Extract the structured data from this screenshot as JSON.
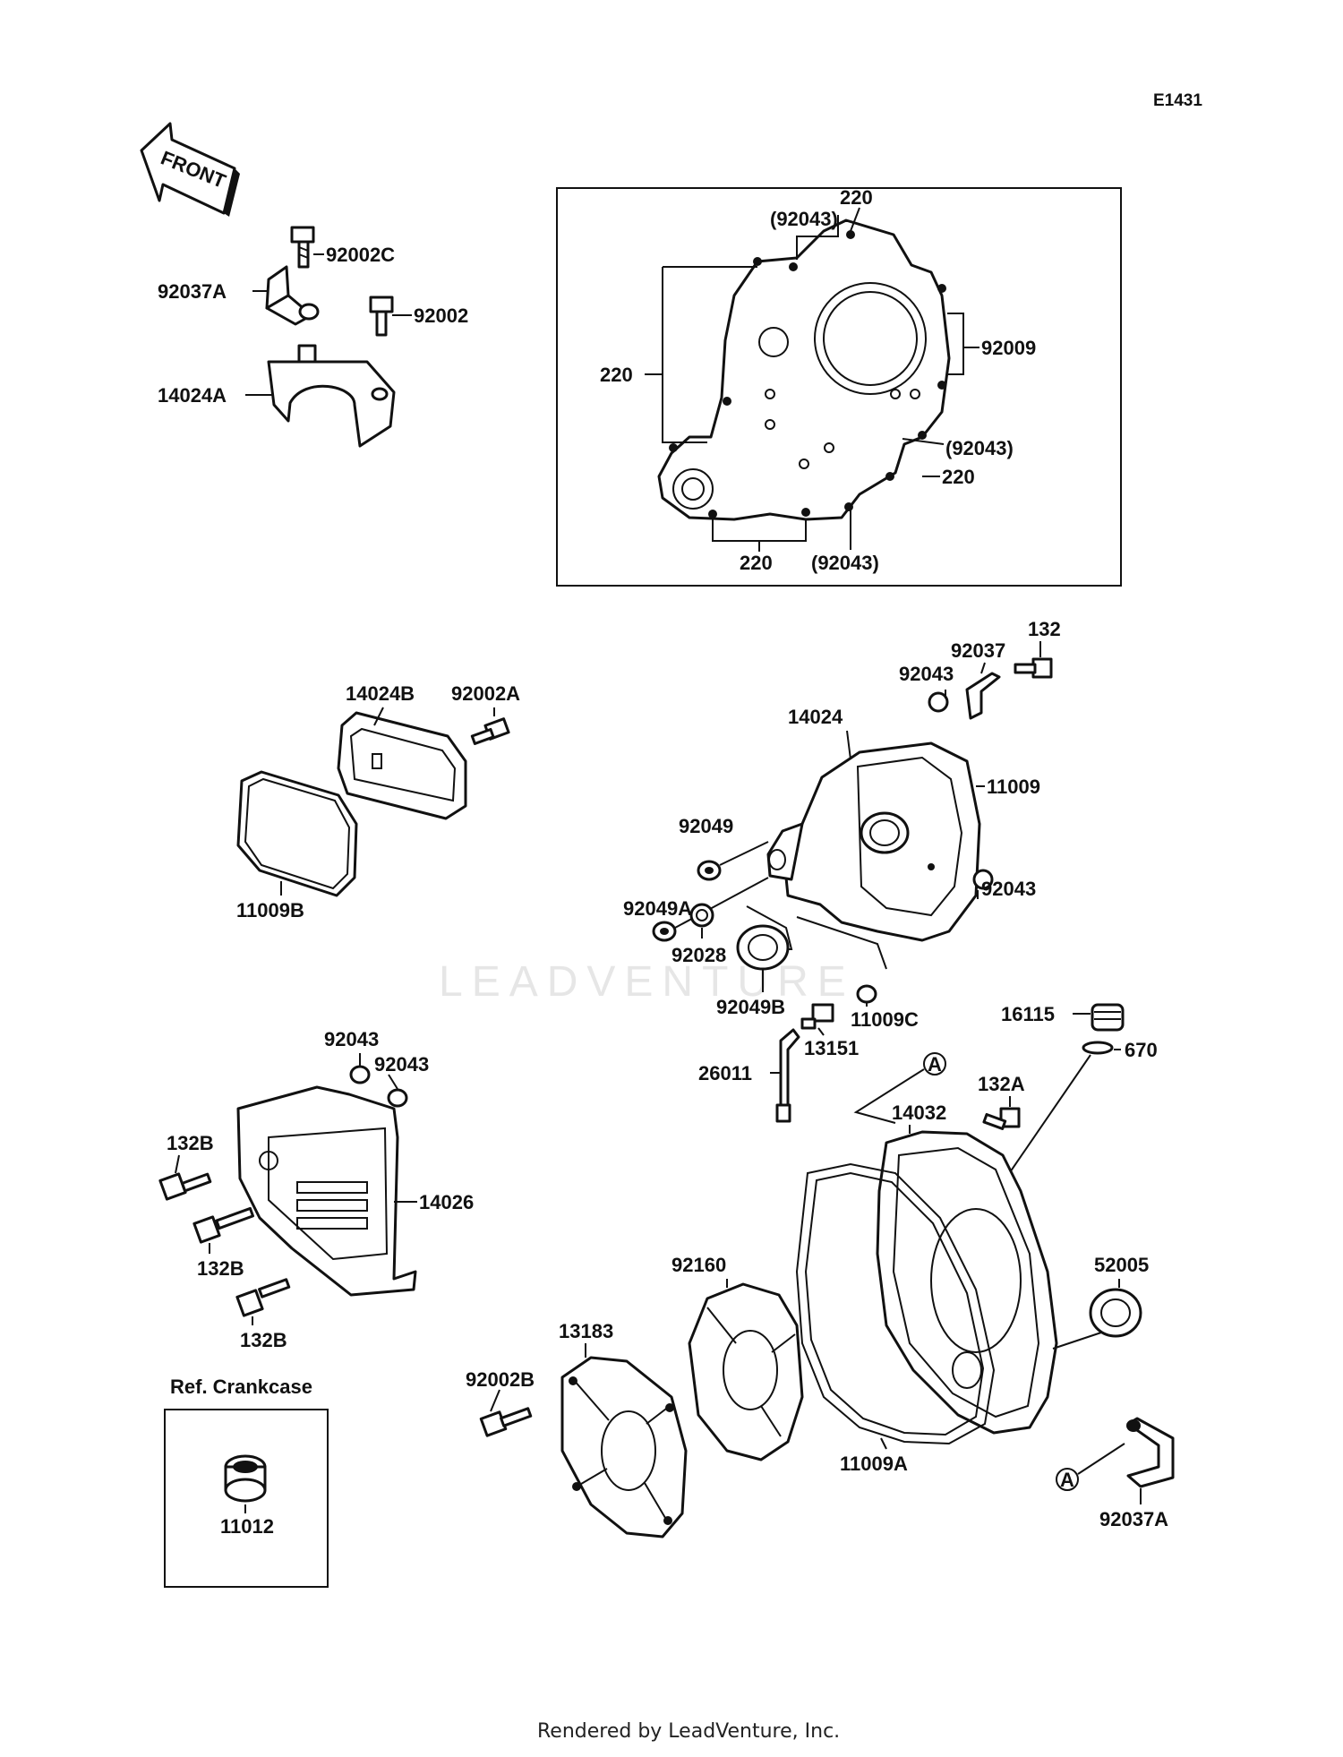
{
  "figure_code": "E1431",
  "direction_label": "FRONT",
  "footer": "Rendered by LeadVenture, Inc.",
  "watermark": "LEADVENTURE",
  "inset_crankcase_label": "Ref. Crankcase",
  "labels": {
    "p92002C": "92002C",
    "p92037A_top": "92037A",
    "p92002": "92002",
    "p14024A": "14024A",
    "p220_top": "220",
    "p92043_paren_top": "(92043)",
    "p220_left": "220",
    "p92009": "92009",
    "p92043_paren_right": "(92043)",
    "p220_right": "220",
    "p220_bottom": "220",
    "p92043_paren_bottom": "(92043)",
    "p14024B": "14024B",
    "p92002A": "92002A",
    "p11009B": "11009B",
    "p132": "132",
    "p92037": "92037",
    "p92043_a": "92043",
    "p14024": "14024",
    "p11009": "11009",
    "p92049": "92049",
    "p92049A": "92049A",
    "p92043_b": "92043",
    "p92028": "92028",
    "p92049B": "92049B",
    "p11009C": "11009C",
    "p13151": "13151",
    "p16115": "16115",
    "p670": "670",
    "p26011": "26011",
    "pA_top": "A",
    "p132A": "132A",
    "p14032": "14032",
    "p92043_c": "92043",
    "p92043_d": "92043",
    "p132B_a": "132B",
    "p14026": "14026",
    "p132B_b": "132B",
    "p132B_c": "132B",
    "p92160": "92160",
    "p52005": "52005",
    "p13183": "13183",
    "p92002B": "92002B",
    "p11009A": "11009A",
    "p11012": "11012",
    "pA_bottom": "A",
    "p92037A_bottom": "92037A"
  }
}
